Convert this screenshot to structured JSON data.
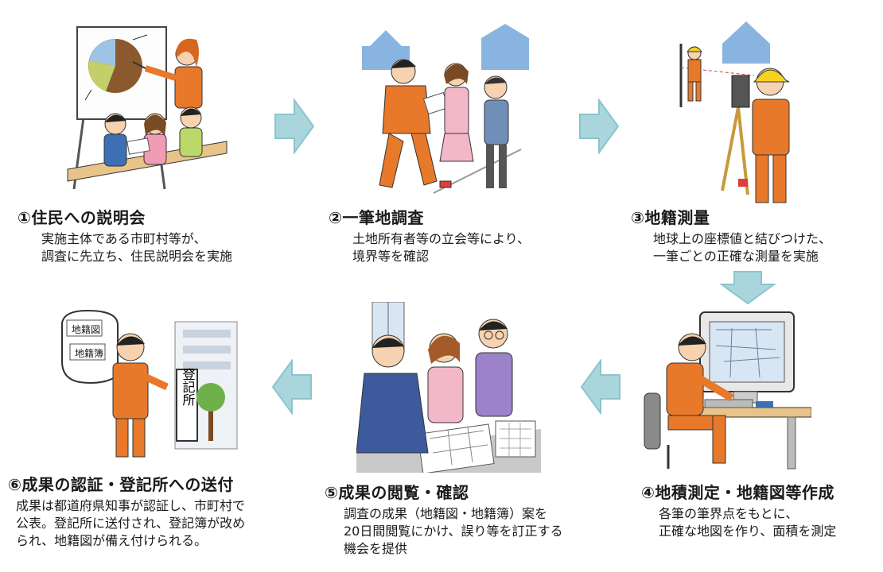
{
  "colors": {
    "arrow_fill": "#a9d6dd",
    "arrow_stroke": "#8cc4cc",
    "worker_uniform": "#e8782a",
    "hardhat": "#f5d21f",
    "sky_building": "#8ab4e0"
  },
  "steps": [
    {
      "title": "①住民への説明会",
      "lines": [
        "実施主体である市町村等が、",
        "調査に先立ち、住民説明会を実施"
      ]
    },
    {
      "title": "②一筆地調査",
      "lines": [
        "土地所有者等の立会等により、",
        "境界等を確認"
      ]
    },
    {
      "title": "③地籍測量",
      "lines": [
        "地球上の座標値と結びつけた、",
        "一筆ごとの正確な測量を実施"
      ]
    },
    {
      "title": "④地積測定・地籍図等作成",
      "lines": [
        "各筆の筆界点をもとに、",
        "正確な地図を作り、面積を測定"
      ]
    },
    {
      "title": "⑤成果の閲覧・確認",
      "lines": [
        "調査の成果（地籍図・地籍簿）案を",
        "20日間閲覧にかけ、誤り等を訂正する",
        "機会を提供"
      ]
    },
    {
      "title": "⑥成果の認証・登記所への送付",
      "lines": [
        "成果は都道府県知事が認証し、市町村で",
        "公表。登記所に送付され、登記簿が改め",
        "られ、地籍図が備え付けられる。"
      ]
    }
  ],
  "illustration_text": {
    "board_label_1": "地籍図",
    "board_label_2": "地籍簿",
    "registry_sign": "登記所"
  },
  "icons": [
    "arrow-right-icon",
    "arrow-down-icon",
    "arrow-left-icon"
  ]
}
